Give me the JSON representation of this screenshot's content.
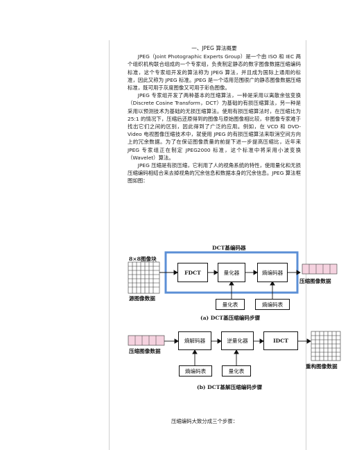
{
  "text": {
    "heading": "一、JPEG 算法概要",
    "paragraphs": [
      "JPEG（Joint Photographic Experts Group）是一个由 ISO 和 IEC 两个组织机构联合组成的一个专家组，负责制定静态的数字图像数据压缩编码标准，这个专家组开发的算法称为 JPEG 算法，并且成为国际上通用的标准，因此又称为 JPEG 标准。JPEG 是一个适用范围很广的静态图像数据压缩标准，既可用于灰度图像又可用于彩色图像。",
      "JPEG 专家组开发了两种基本的压缩算法，一种是采用以离散余弦变换（Discrete Cosine Transform，DCT）为基础的有损压缩算法，另一种是采用以预测技术为基础的无损压缩算法。使用有损压缩算法时，在压缩比为 25:1 的情况下，压缩后还原得到的图像与原始图像相比较，非图像专家难于找出它们之间的区别，因此得到了广泛的应用。例如，在 VCD 和 DVD-Video 电视图像压缩技术中，就使用 JPEG 的有损压缩算法来取消空间方向上的冗余数据。为了在保证图像质量的前提下进一步提高压缩比，近年来 JPEG 专家组正在制定 JPEG2000 标准，这个标准中将采用小波变换（Wavelet）算法。",
      "JPEG 压缩是有损压缩，它利用了人的视角系统的特性，使用量化和无损压缩编码相结合来去掉视角的冗余信息和数据本身的冗余信息。JPEG 算法框图如图："
    ],
    "footer": "压缩编码大致分成三个步骤："
  },
  "fig_a": {
    "title": "DCT基编码器",
    "input_label": "8×8图像块",
    "source_label": "源图像数据",
    "fdct": "FDCT",
    "quantizer": "量化器",
    "entropy_encoder": "熵编码器",
    "quant_table": "量化表",
    "entropy_table": "熵编码表",
    "output_label": "压缩图像数据",
    "caption": "(a) DCT基压缩编码步骤",
    "accent_color": "#5b8fd6",
    "pink": "#f5d2df"
  },
  "fig_b": {
    "input_label": "压缩图像数据",
    "entropy_decoder": "熵解码器",
    "dequantizer": "逆量化器",
    "idct": "IDCT",
    "entropy_table": "熵编码表",
    "quant_table": "量化表",
    "output_label": "重构图像数据",
    "caption": "(b) DCT基解压缩编码步骤"
  }
}
